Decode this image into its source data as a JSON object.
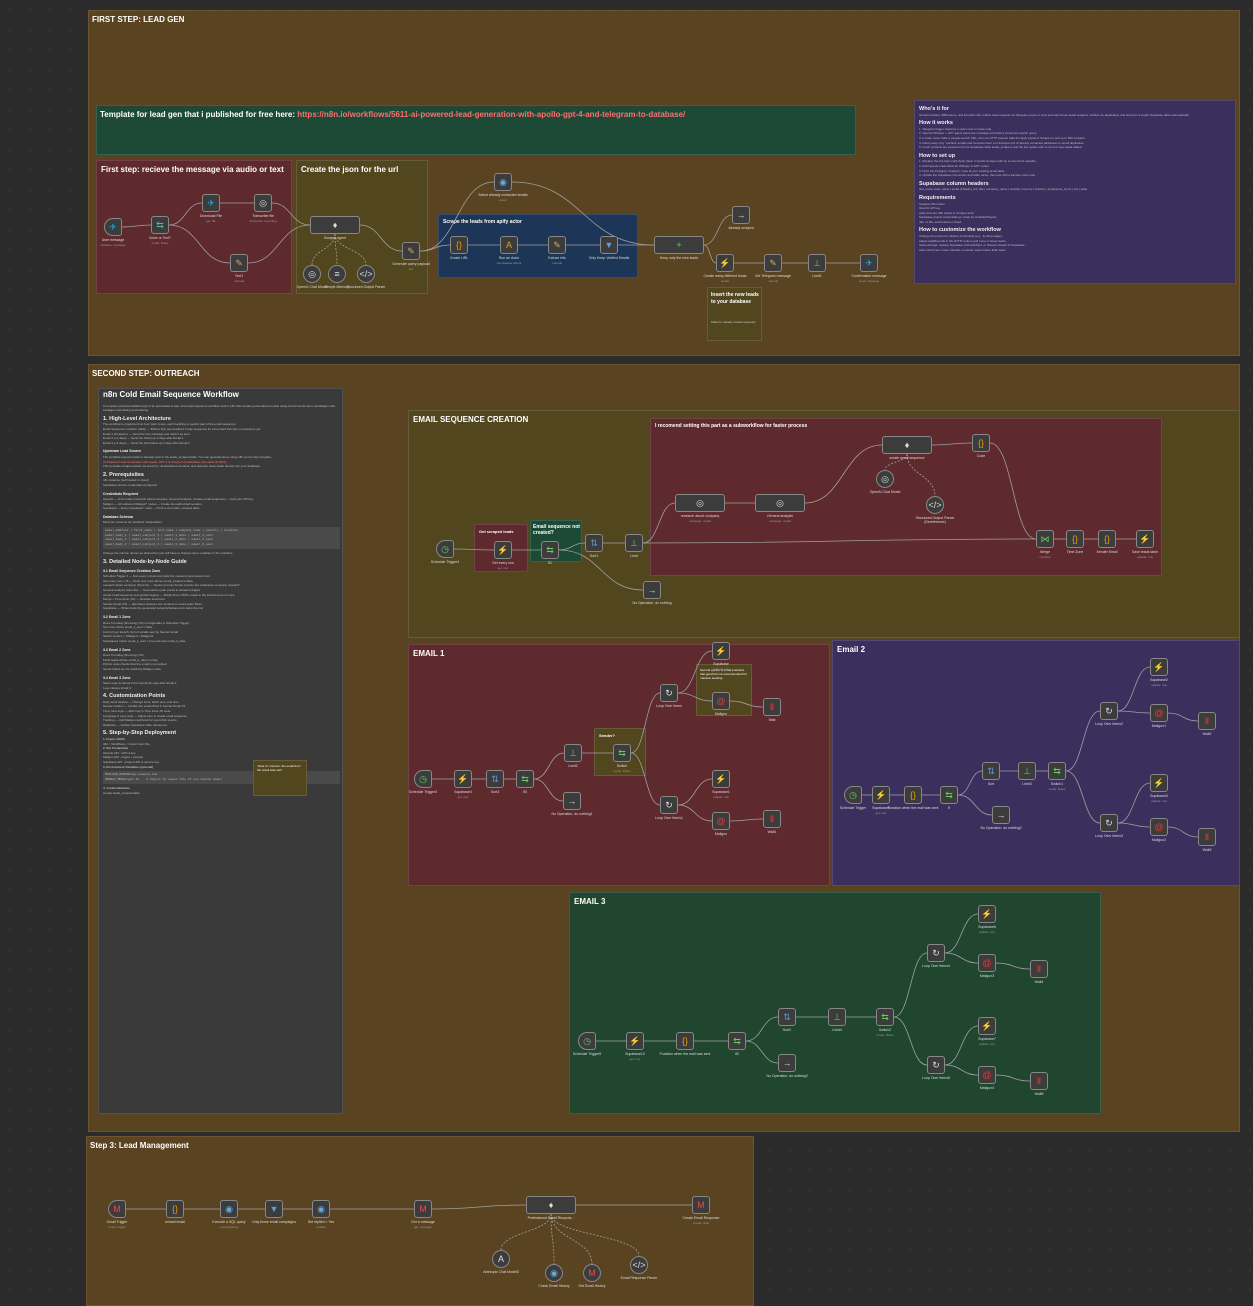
{
  "sections": {
    "step1": {
      "title": "FIRST STEP: LEAD GEN"
    },
    "step2": {
      "title": "SECOND STEP: OUTREACH"
    },
    "step3": {
      "title": "Step 3: Lead Management"
    }
  },
  "notes": {
    "template": {
      "prefix": "Template for lead gen that i published for free here: ",
      "link": "https://n8n.io/workflows/5611-ai-powered-lead-generation-with-apollo-gpt-4-and-telegram-to-database/"
    },
    "receive": {
      "title": "First step: recieve the message via audio or text"
    },
    "json": {
      "title": "Create the json for the url"
    },
    "scrape": {
      "title": "Scrape the leads from apify actor"
    },
    "insert": {
      "title": "Insert the new leads to your database"
    },
    "email_seq": {
      "title": "EMAIL SEQUENCE CREATION"
    },
    "subworkflow": {
      "title": "I recomend setting this part as a subworkflow for faster process"
    },
    "get_scraped": {
      "title": "Get scraped leads"
    },
    "seq_not_created": {
      "title": "Email sequence not created?"
    },
    "email1": {
      "title": "EMAIL 1"
    },
    "email2": {
      "title": "Email 2"
    },
    "email3": {
      "title": "EMAIL 3"
    },
    "sender": {
      "title": "Sender?"
    },
    "howto": {
      "title": "\"How to\" concern: the email from the result was sent"
    }
  },
  "info": {
    "who_title": "Who's it for",
    "who_text": "Growth hackers, B2B teams, and founders who collect lead requests via Telegram (voice or text) and want those leads scraped, verified, de-duplicated, and stored in a single Supabase table automatically.",
    "how_title": "How it works",
    "how_items": [
      "1. Telegram trigger captures a user's text or voice note.",
      "2. OpenAI Whisper + GPT agent parse the message and build a structured search query.",
      "3. A Code node crafts a people-search URL, then an HTTP request calls the Apify Apollo.io Scraper to pull up to 500 contacts.",
      "4. Filters keep only \"verified\" emails and compare them to a Postgres list of already contacted addresses to avoid duplicates.",
      "5. Fresh contacts are inserted into the Supabase table leads_scraped, and the bot replies with a count of new leads added."
    ],
    "setup_title": "How to set up",
    "setup_items": [
      "1. Replace the bot token with Apify token in Apollo Scraper with an environment variable.",
      "2. Add OpenAI credentials for Whisper & GPT nodes.",
      "3. Point the Postgres \"Analyze\" node at your existing email table.",
      "4. Update the Supabase connection and table name, then test with a sample voice note."
    ],
    "cols_title": "Supabase column headers",
    "cols_text": "first_name | last_name | email | linkedin_url | title | company_name | website | country | industry | employees_count | city | state",
    "req_title": "Requirements",
    "req_items": [
      "Telegram Bot token",
      "OpenAI API key",
      "Apify account with Apollo.io Scraper actor",
      "Supabase project credentials (or swap for Airtable/Sheets)",
      "n8n v1.30+ self-hosted or cloud"
    ],
    "custom_title": "How to customize the workflow",
    "custom_items": [
      "Change the prompt to capture extra fields (e.g., funding stage).",
      "Adjust totalRecords in the HTTP node to pull more or fewer leads.",
      "Swap storage: replace Supabase with HubSpot, or Sheets instead of Supabase.",
      "Add enrichment: insert Clearbit or Hunter steps before final insert."
    ]
  },
  "doc": {
    "title": "n8n Cold Email Sequence Workflow",
    "intro": "A complete technical walkthrough of an automated 3-step cold email sequence workflow built in n8n that creates personalized emails using AI and sends them via Mailgun with intelligent scheduling and tracking.",
    "h1": "1. High-Level Architecture",
    "arch_text": "The workflow is organized into four main zones, each handling a specific part of the email sequence:",
    "zones": [
      "Email Sequence Creation (daily) — Build a fully personalized 3-step sequence for every lead that has no sequence yet",
      "Email 1 (Inception) — Send the first message and mark it as sent",
      "Email 2 (+2 days) — Send the follow-up 2 days after Email 1",
      "Email 3 (+2 days) — Send the final follow-up 2 days after Email 2"
    ],
    "upstream_title": "Upstream Lead Source",
    "upstream_text": "The workflow expects leads to already exist in the leads_scraped table. You can generate them using n8n community template:",
    "upstream_link": "AI-Powered Lead Generation with Apollo, GPT-4 & Telegram to Database (Template ID 5611)",
    "upstream_note": "This template scrapes Apollo via actor/run, deduplicates contacts, and deposits clean leads directly into your database.",
    "h2": "2. Prerequisites",
    "prereq_items": [
      "n8n instance (self hosted or cloud)",
      "Supabase service credentials configured"
    ],
    "creds_title": "Credentials Required",
    "creds": [
      "OpenAI — LLM nodes (research about company, General analysis, creates email sequence) — Add your API key",
      "Mailgun — All outbound Mailgun* nodes — Create two authorized senders",
      "Supabase — Every Supabase* node — Point to the leads_scraped table"
    ],
    "schema_title": "Database Schema",
    "schema_text": "Minimum columns for workflow manipulation:",
    "schema_code": "email_address | first_name | last_name | company_name | country | location\nemail_body_1 | email_subject_1 | email_1_date | email_1_sent\nemail_body_2 | email_subject_2 | email_2_date | email_2_sent\nemail_body_3 | email_subject_3 | email_3_date | email_3_sent",
    "schema_note": "Change the column names as desired but you will have to change some variables in the workflow.",
    "h3": "3. Detailed Node-by-Node Guide",
    "h31": "3.1 Email Sequence Creation Zone",
    "seq_items": [
      "Schedule Trigger 4 — fires every minute and pulls the newest unprocessed rows",
      "Get every row = 16 — Tests only rows whose email_created is false",
      "research about company (OpenAI) — System prompt forces concise but exhaustive company research",
      "General analysis (OpenAI) — Summarizes pain points & outreach angles",
      "create email sequence (LangChain Agent) — Builds three HTML emails in the brand's tone of voice",
      "Merge + Time Zone (JS) — Decides send-time",
      "Sender Email (JS) — alternates between two senders to avoid spam filters",
      "Supabase — Writes back the generated subjects/bodies and marks the row"
    ],
    "h32": "3.2 Email 1 Zone",
    "e1_items": [
      "Does Turnoday (Running) (JS) (configurable in Schedule Trigger)",
      "Get rows where email_1_sent = false",
      "Limit (2) per launch: limit of emails sent by Sender Email",
      "Switch sender -> Mailgun1 / Mailgun2",
      "Supabase1 marks email_1_sent = true and sets email_2_date"
    ],
    "h33": "3.3 Email 2 Zone",
    "e2_items": [
      "Does Turnoday (Running) (JS)",
      "Finds leads whose email_2_date is today",
      "Python code checks that the email is not replied",
      "Sends follow-up via matching Mailgun node"
    ],
    "h34": "3.4 Email 3 Zone",
    "e3_items": [
      "Same logic as Email 2 but checks the gap after Email 2",
      "Logs closure Email 3"
    ],
    "h4": "4. Customization Points",
    "custom_rows": [
      "Daily send window — Change Limit, batch size, and time",
      "Sender rotation — Update the senderPool in Sender Email JS",
      "Time zone logic — Edit map in Time Zone JS node",
      "Language & copy style — Adjust tone in create email sequence",
      "Tracking — Add Mailgun webhook for open/click events",
      "Database — Update Supabase table references"
    ],
    "h5": "5. Step-by-Step Deployment",
    "dep1": "1. Import JSON",
    "dep1_items": [
      "n8n > Workflows > Import from File"
    ],
    "dep2": "2. Set Credentials",
    "dep2_items": [
      "OpenAI API - GPT-4 key",
      "Mailgun API - region + domain",
      "Supabase API - project URL & service key"
    ],
    "dep3": "3. Environment Variables (optional)",
    "env_code": "MAILGUN_DOMAIN=mg.example.com\nOPENAI_MODEL=gpt-4o    # adjust to spend rate if you switch model",
    "dep4": "4. Create Database",
    "dep4_items": [
      "Create leads_scraped table"
    ]
  },
  "nodes": {
    "user_message": {
      "label": "User message",
      "sub": "Updates: message"
    },
    "voice_or_text": {
      "label": "Voice or Text?",
      "sub": "mode: Rules"
    },
    "download_file": {
      "label": "Download File",
      "sub": "get: file"
    },
    "transcribe": {
      "label": "Transcribe file",
      "sub": "transcribe: recording"
    },
    "text1": {
      "label": "Text1",
      "sub": "manual"
    },
    "scraper_agent": {
      "label": "Scraper agent"
    },
    "openai_chat": {
      "label": "OpenAI Chat Model"
    },
    "simple_memory": {
      "label": "Simple Memory"
    },
    "structured_output": {
      "label": "Structured Output Parser"
    },
    "generate_query": {
      "label": "Generate query payload",
      "sub": "set"
    },
    "select_contacted": {
      "label": "Select already contacted emails",
      "sub": "select"
    },
    "create_url": {
      "label": "Create URL"
    },
    "run_actor": {
      "label": "Run an Actor",
      "sub": "Get dataset actors"
    },
    "extract_info": {
      "label": "Extract info",
      "sub": "manual"
    },
    "only_keep_verified": {
      "label": "Only Keep Verified Emails"
    },
    "merge1": {
      "label": "Keep only the new leads"
    },
    "already_scraped": {
      "label": "Already scraped"
    },
    "create_many_rows": {
      "label": "Create many different leads",
      "sub": "create"
    },
    "set_telegram": {
      "label": "Set Telegram message",
      "sub": "manual"
    },
    "limit_node": {
      "label": "Limit1"
    },
    "confirmation": {
      "label": "Confirmation message",
      "sub": "send: message"
    },
    "insert_note": {
      "label": "Insert the new leads to your database",
      "sub": "Table for: already created sequence"
    },
    "schedule_trigger": {
      "label": "Schedule Trigger4"
    },
    "get_every_row": {
      "label": "Get every row",
      "sub": "get: row"
    },
    "if_seq": {
      "label": "If1"
    },
    "sort1": {
      "label": "Sort1"
    },
    "limit_seq": {
      "label": "Limit"
    },
    "no_op_seq": {
      "label": "No Operation, do nothing"
    },
    "research": {
      "label": "research about company",
      "sub": "message: model"
    },
    "general_analysis": {
      "label": "General analysis",
      "sub": "message: model"
    },
    "create_email_seq": {
      "label": "create email sequence"
    },
    "openai_chat2": {
      "label": "OpenAI Chat Model"
    },
    "structured_output2": {
      "label": "Structured Output Parser (Dereference)"
    },
    "code_seq": {
      "label": "Code"
    },
    "merge_seq": {
      "label": "Merge",
      "sub": "combine"
    },
    "time_zone": {
      "label": "Time Zone"
    },
    "sender_email": {
      "label": "Sender Email"
    },
    "save_supabase": {
      "label": "Save leads table",
      "sub": "update: row"
    },
    "e1_trigger": {
      "label": "Schedule Trigger3"
    },
    "e1_supabase": {
      "label": "Supabase4",
      "sub": "get: row"
    },
    "e1_sort": {
      "label": "Sort3"
    },
    "e1_if": {
      "label": "If3"
    },
    "e1_limit": {
      "label": "Limit2"
    },
    "e1_noop": {
      "label": "No Operation, do nothing1"
    },
    "e1_switch": {
      "label": "Switch",
      "sub": "mode: Rules"
    },
    "e1_loop_a": {
      "label": "Loop Over Items"
    },
    "e1_loop_b": {
      "label": "Loop Over Items1"
    },
    "e1_sup_a": {
      "label": "Supabase",
      "sub": "update: row"
    },
    "e1_sup_b": {
      "label": "Supabase1",
      "sub": "update: row"
    },
    "e1_mail_a": {
      "label": "Mailgun"
    },
    "e1_mail_b": {
      "label": "Mailgun"
    },
    "e1_wait_a": {
      "label": "Wait"
    },
    "e1_wait_b": {
      "label": "Wait1"
    },
    "e1_warn": {
      "label": "Second python of email practices that good but not recommended for massive sending"
    },
    "e2_trigger": {
      "label": "Schedule Trigger"
    },
    "e2_supabase": {
      "label": "Supabase5",
      "sub": "get: row"
    },
    "e2_timer": {
      "label": "Function when the mail was sent"
    },
    "e2_if": {
      "label": "If"
    },
    "e2_sort": {
      "label": "Sort"
    },
    "e2_limit": {
      "label": "Limit3"
    },
    "e2_switch": {
      "label": "Switch1",
      "sub": "mode: Rules"
    },
    "e2_noop": {
      "label": "No Operation, do nothing2"
    },
    "e2_loop_a": {
      "label": "Loop Over Items2"
    },
    "e2_loop_b": {
      "label": "Loop Over Items3"
    },
    "e2_sup_a": {
      "label": "Supabase2",
      "sub": "update: row"
    },
    "e2_sup_b": {
      "label": "Supabase3",
      "sub": "update: row"
    },
    "e2_mail_a": {
      "label": "Mailgun1"
    },
    "e2_mail_b": {
      "label": "Mailgun2"
    },
    "e2_wait_a": {
      "label": "Wait2"
    },
    "e2_wait_b": {
      "label": "Wait3"
    },
    "e3_trigger": {
      "label": "Schedule Trigger5"
    },
    "e3_supabase": {
      "label": "Supabase10",
      "sub": "get: row"
    },
    "e3_timer": {
      "label": "Function when the mail was sent"
    },
    "e3_if": {
      "label": "If2"
    },
    "e3_sort": {
      "label": "Sort2"
    },
    "e3_limit": {
      "label": "Limit4"
    },
    "e3_switch": {
      "label": "Switch2",
      "sub": "mode: Rules"
    },
    "e3_noop": {
      "label": "No Operation, do nothing3"
    },
    "e3_loop_a": {
      "label": "Loop Over Items4"
    },
    "e3_loop_b": {
      "label": "Loop Over Items5"
    },
    "e3_sup_a": {
      "label": "Supabase6",
      "sub": "update: row"
    },
    "e3_sup_b": {
      "label": "Supabase7",
      "sub": "update: row"
    },
    "e3_mail_a": {
      "label": "Mailgun3"
    },
    "e3_mail_b": {
      "label": "Mailgun4"
    },
    "e3_wait_a": {
      "label": "Wait4"
    },
    "e3_wait_b": {
      "label": "Wait5"
    },
    "s3_gmail_trigger": {
      "label": "Gmail Trigger",
      "sub": "email: trigger"
    },
    "s3_extract": {
      "label": "extract email"
    },
    "s3_sql": {
      "label": "Execute a SQL query",
      "sub": "executeQuery"
    },
    "s3_filter": {
      "label": "Only those email campaigns"
    },
    "s3_replied": {
      "label": "Set replied = Yes",
      "sub": "update"
    },
    "s3_get_message": {
      "label": "Get a message",
      "sub": "get: message"
    },
    "s3_agent": {
      "label": "Professional Email Respons..."
    },
    "s3_chat": {
      "label": "Anthropic Chat Model3"
    },
    "s3_history": {
      "label": "Check Email History"
    },
    "s3_gmail_history": {
      "label": "Get Email History"
    },
    "s3_parser": {
      "label": "Email Response Parser"
    },
    "s3_draft": {
      "label": "Create Email Response",
      "sub": "create: draft"
    }
  },
  "colors": {
    "section": "#5a4321",
    "red": "#5e2a2e",
    "green": "#1d4a36",
    "navy": "#1d3556",
    "olive": "#52461f",
    "purple": "#3b2f5d",
    "link": "#ff6e6e"
  }
}
